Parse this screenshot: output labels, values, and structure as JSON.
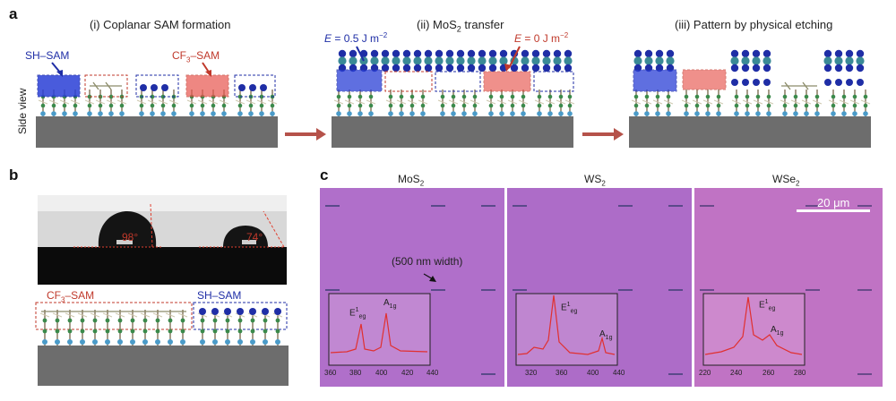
{
  "panel_a": {
    "letter": "a",
    "side_view_label": "Side view",
    "step_titles": [
      "(i) Coplanar SAM formation",
      "(ii) MoS2 transfer",
      "(iii) Pattern by physical etching"
    ],
    "sh_sam_label": "SH–SAM",
    "cf3_sam_label": "CF3–SAM",
    "energy_blue": "E = 0.5 J m−2",
    "energy_red": "E = 0 J m−2"
  },
  "panel_b": {
    "letter": "b",
    "angle_left": "98°",
    "angle_right": "74°",
    "cf3_sam_label": "CF3–SAM",
    "sh_sam_label": "SH–SAM"
  },
  "panel_c": {
    "letter": "c",
    "images": [
      {
        "title": "MoS2",
        "x_ticks": [
          "360",
          "380",
          "400",
          "420",
          "440"
        ],
        "peak1": "E1eg",
        "peak2": "A1g"
      },
      {
        "title": "WS2",
        "x_ticks": [
          "320",
          "360",
          "400",
          "440"
        ],
        "peak1": "E1eg",
        "peak2": "A1g"
      },
      {
        "title": "WSe2",
        "x_ticks": [
          "220",
          "240",
          "260",
          "280"
        ],
        "peak1": "E1eg",
        "peak2": "A1g"
      }
    ],
    "width_annotation": "(500 nm width)",
    "scale_bar": "20 μm"
  },
  "colors": {
    "blue_sam": "#2a3fd6",
    "red_sam": "#e8554e",
    "substrate": "#6d6d6d",
    "arrow": "#b5524a",
    "micro_bg": "#b16fc9",
    "spectrum": "#e03030"
  }
}
